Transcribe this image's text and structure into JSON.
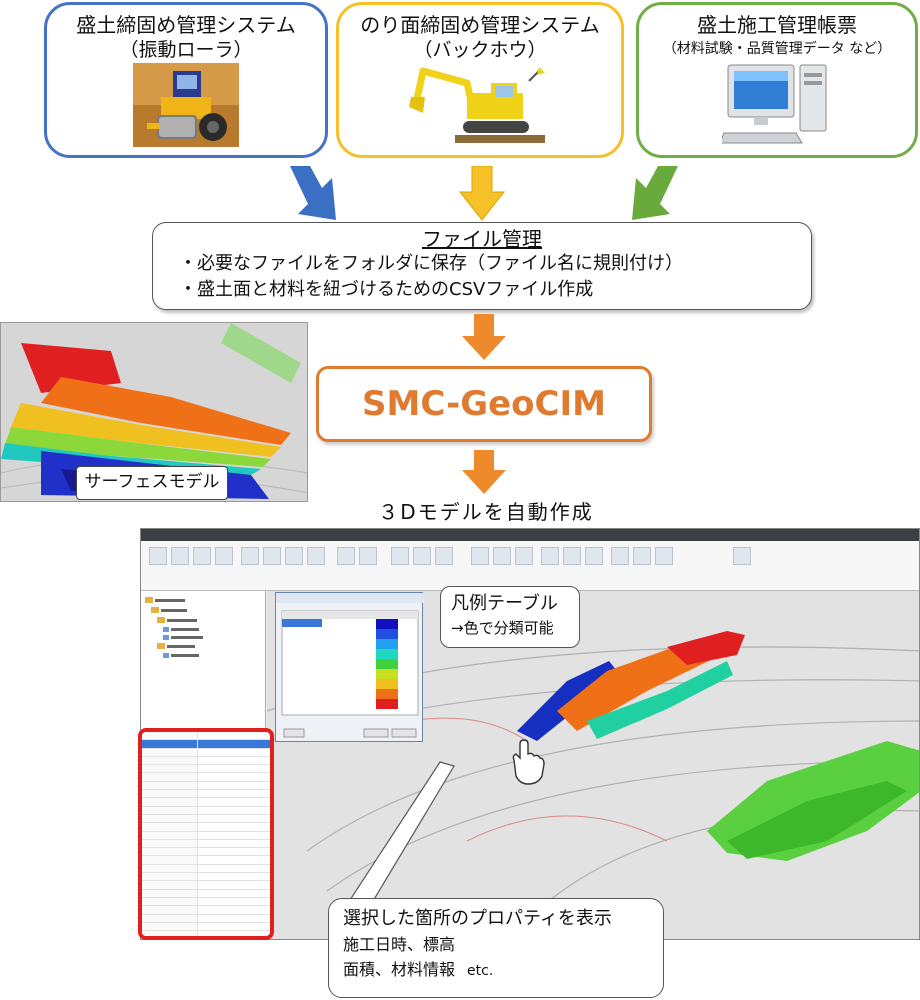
{
  "sources": [
    {
      "title": "盛土締固め管理システム",
      "subtitle": "（振動ローラ）",
      "icon": "roller-icon",
      "border_color": "#4472c4"
    },
    {
      "title": "のり面締固め管理システム",
      "subtitle": "（バックホウ）",
      "icon": "excavator-icon",
      "border_color": "#f5c028"
    },
    {
      "title": "盛土施工管理帳票",
      "subtitle": "（材料試験・品質管理データ など）",
      "icon": "computer-icon",
      "border_color": "#70ad47"
    }
  ],
  "file_management": {
    "title": "ファイル管理",
    "lines": [
      "・必要なファイルをフォルダに保存（ファイル名に規則付け）",
      "・盛土面と材料を紐づけるためのCSVファイル作成"
    ]
  },
  "surface_label": "サーフェスモデル",
  "center_system": "SMC-GeoCIM",
  "auto_text": "３Dモデルを自動作成",
  "legend_callout": {
    "line1": "凡例テーブル",
    "line2": "→色で分類可能"
  },
  "property_callout": {
    "line1": "選択した箇所のプロパティを表示",
    "line2": "施工日時、標高",
    "line3": "面積、材料情報",
    "line3_etc": "etc."
  },
  "colors": {
    "arrow_blue": "#3a6fc4",
    "arrow_yellow": "#f5c028",
    "arrow_green": "#6aaa3c",
    "arrow_orange": "#ef8a2c",
    "accent_orange": "#e07a30",
    "highlight_red": "#e0201c"
  }
}
